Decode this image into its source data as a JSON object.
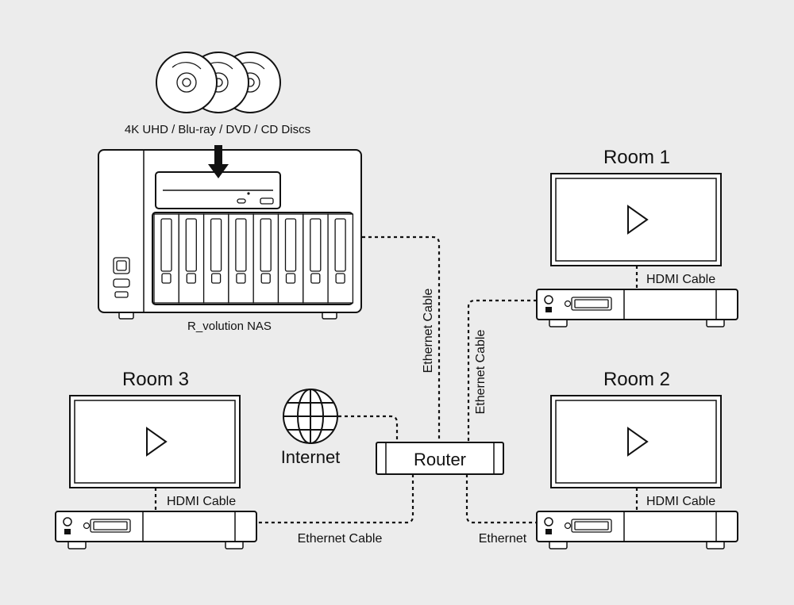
{
  "discs_label": "4K UHD / Blu-ray / DVD / CD Discs",
  "nas_label": "R_volution NAS",
  "router_label": "Router",
  "internet_label": "Internet",
  "rooms": [
    {
      "label": "Room 1",
      "cable_label": "HDMI Cable"
    },
    {
      "label": "Room 2",
      "cable_label": "HDMI Cable"
    },
    {
      "label": "Room 3",
      "cable_label": "HDMI Cable"
    }
  ],
  "links": {
    "nas_router": "Ethernet Cable",
    "room1_router": "Ethernet Cable",
    "room3_router": "Ethernet Cable",
    "room2_router": "Ethernet"
  },
  "icons": [
    "disc-icon",
    "globe-icon",
    "play-icon",
    "down-arrow-icon"
  ],
  "colors": {
    "background": "#ececec",
    "line": "#111111",
    "fill": "#ffffff"
  }
}
